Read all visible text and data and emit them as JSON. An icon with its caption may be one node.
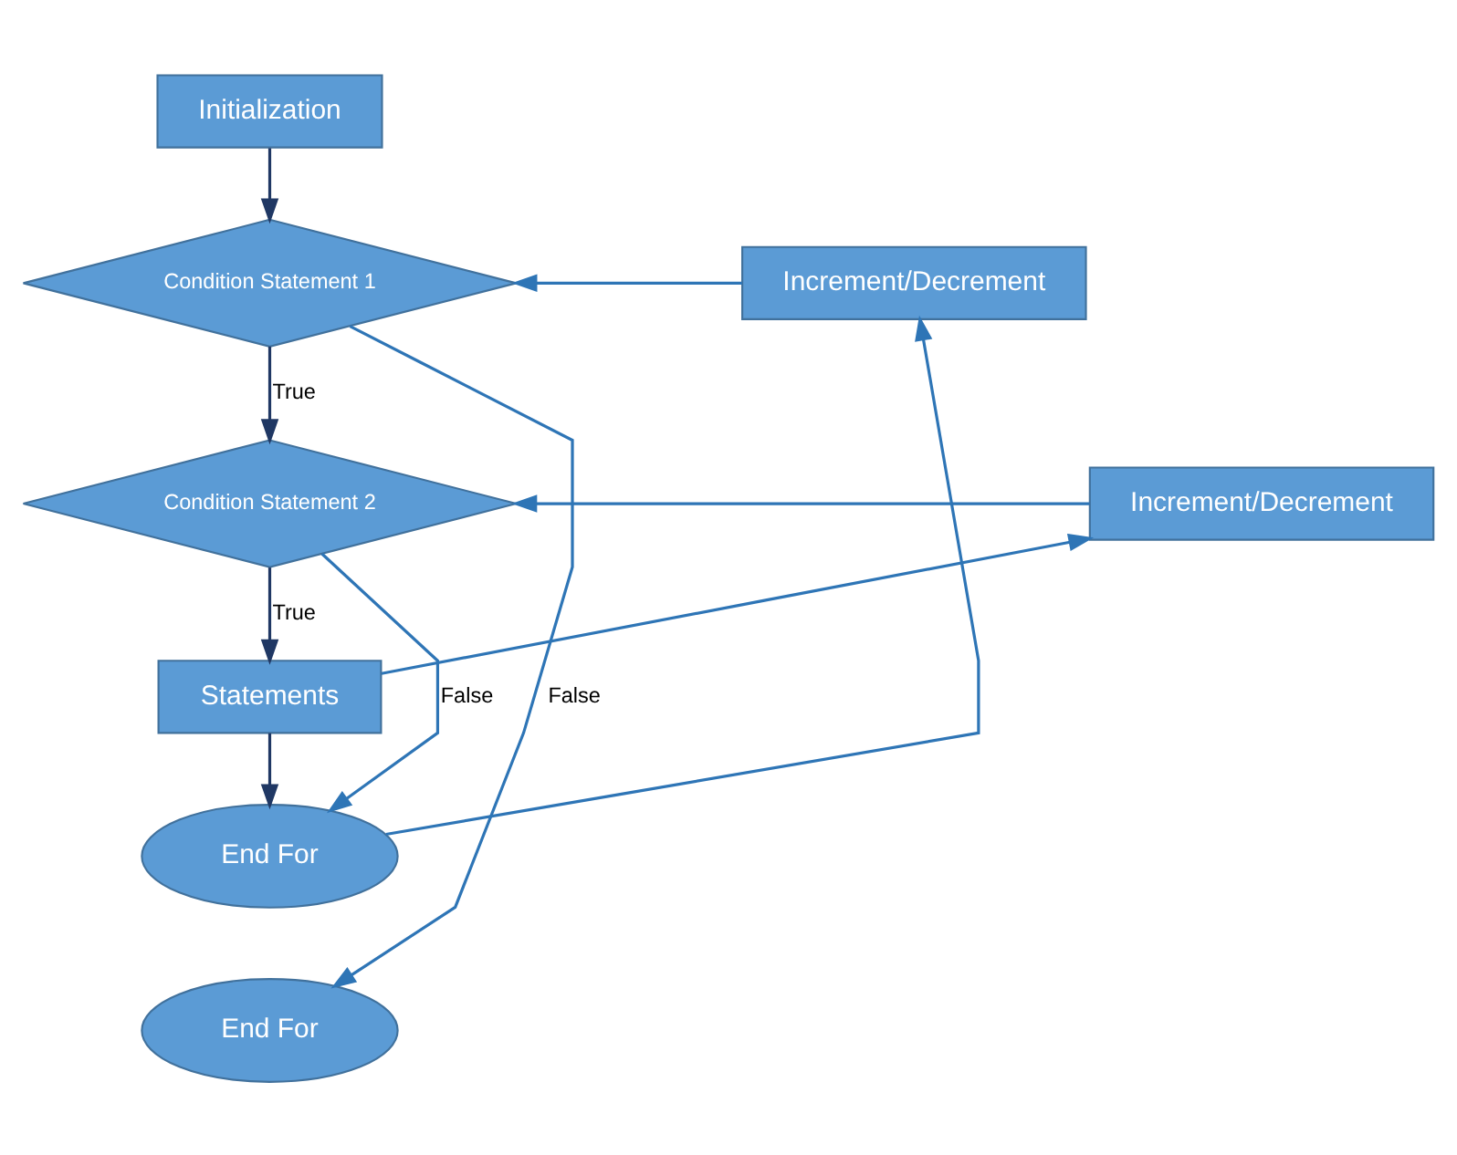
{
  "diagram": {
    "nodes": [
      {
        "text": [
          "Initialization"
        ]
      },
      {
        "text": [
          "Condition Statement 1"
        ]
      },
      {
        "text": [
          "Increment/Decrement"
        ]
      },
      {
        "text": [
          "Condition Statement 2"
        ]
      },
      {
        "text": [
          "Increment/Decrement"
        ]
      },
      {
        "text": [
          "Statements"
        ]
      },
      {
        "text": [
          "End For"
        ]
      },
      {
        "text": [
          "End For"
        ]
      }
    ],
    "edges": [
      {
        "from": 0,
        "to": 1,
        "arrow": "to",
        "color": "#203864"
      },
      {
        "from": 2,
        "to": 1,
        "arrow": "to"
      },
      {
        "from": 1,
        "to": 3,
        "arrow": "to",
        "label": "True",
        "color": "#203864"
      },
      {
        "from": 1,
        "to": 7,
        "arrow": "to",
        "label": "False"
      },
      {
        "from": 4,
        "to": 3,
        "arrow": "to"
      },
      {
        "from": 3,
        "to": 5,
        "arrow": "to",
        "label": "True",
        "color": "#203864"
      },
      {
        "from": 3,
        "to": 6,
        "arrow": "to",
        "label": "False"
      },
      {
        "from": 5,
        "to": 4,
        "arrow": "to"
      },
      {
        "from": 5,
        "to": 6,
        "arrow": "to",
        "color": "#203864"
      },
      {
        "from": 6,
        "to": 2,
        "arrow": "to"
      }
    ]
  }
}
